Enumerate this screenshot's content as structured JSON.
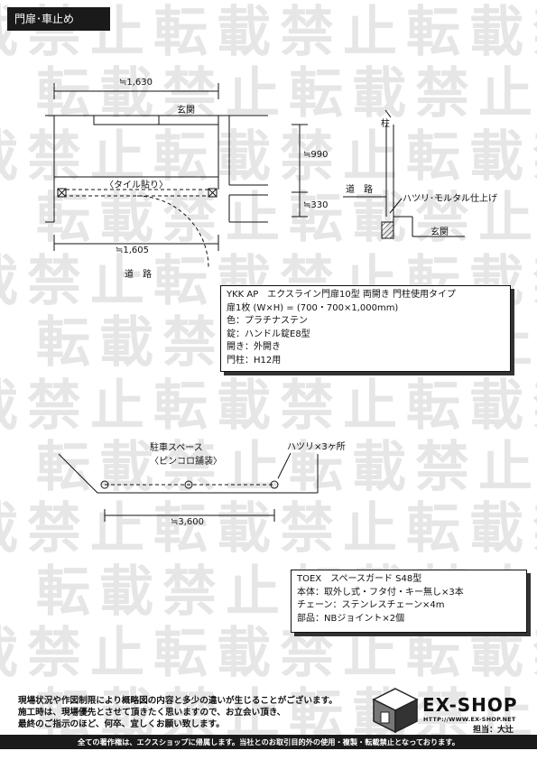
{
  "header": {
    "title": "門扉･車止め"
  },
  "watermark": {
    "text": "転載禁止"
  },
  "plan": {
    "dim_width_top": "≒1,630",
    "entrance_label": "玄関",
    "tile_label": "〈タイル貼り〉",
    "dim_width_bottom": "≒1,605",
    "road_label": "道　路",
    "dim_depth_1": "≒990",
    "dim_depth_2": "≒330"
  },
  "section": {
    "pillar_label": "柱",
    "road_label": "道　路",
    "finish_label": "ハツリ･モルタル仕上げ",
    "entrance_label": "玄関"
  },
  "gate_spec": {
    "line1": "YKK AP　エクスライン門扉10型 両開き 門柱使用タイプ",
    "line2": "扉1枚 (W×H) = (700・700×1,000mm)",
    "line3": "色：プラチナステン",
    "line4": "錠：ハンドル錠E8型",
    "line5": "開き：外開き",
    "line6": "門柱：H12用"
  },
  "parking": {
    "space_label": "駐車スペース",
    "paving_label": "〈ピンコロ舗装〉",
    "hatsuri_label": "ハツリ×3ヶ所",
    "dim_width": "≒3,600"
  },
  "guard_spec": {
    "line1": "TOEX　スペースガード S48型",
    "line2": "本体：取外し式・フタ付・キー無し×3本",
    "line3": "チェーン：ステンレスチェーン×4m",
    "line4": "部品：NBジョイント×2個"
  },
  "notes": {
    "line1": "現場状況や作図制限により概略図の内容と多少の違いが生じることがございます。",
    "line2": "施工時は、現場優先とさせて頂きたく思いますので、お立会い頂き、",
    "line3": "最終のご指示のほど、何卒、宜しくお願い致します。"
  },
  "brand": {
    "name": "EX-SHOP",
    "url": "HTTP://WWW.EX-SHOP.NET",
    "staff": "担当：大辻"
  },
  "footer": {
    "text": "全ての著作権は、エクスショップに帰属します。当社とのお取引目的外の使用・複製・転載禁止となっております。"
  }
}
